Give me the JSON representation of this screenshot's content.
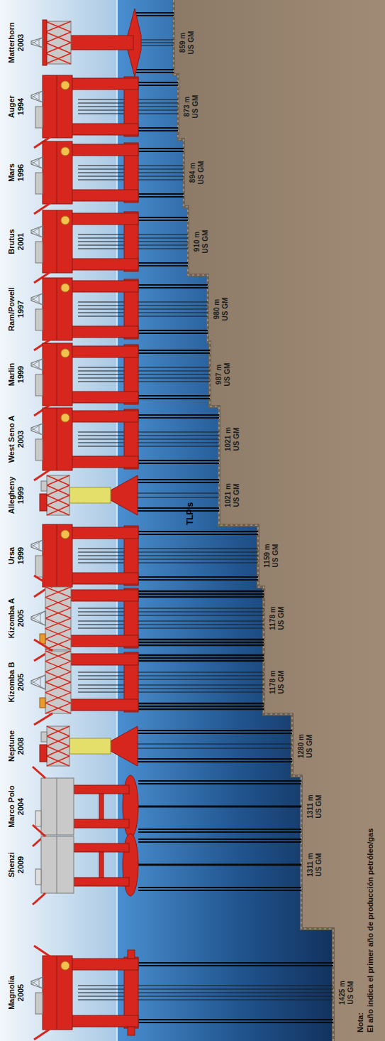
{
  "diagram": {
    "title": "TLP's",
    "labels": [
      "Matterhorn",
      "2003",
      "859 m",
      "US GM",
      "Auger",
      "1994",
      "873 m",
      "US GM",
      "Mars",
      "1996",
      "894 m",
      "US GM",
      "Brutus",
      "2001",
      "910 m",
      "US GM",
      "Ram/Powell",
      "1997",
      "980 m",
      "US GM",
      "Marlin",
      "1999",
      "987 m",
      "US GM",
      "West Seno A",
      "2003",
      "1021 m",
      "US GM",
      "Allegheny",
      "1999",
      "1021 m",
      "US GM",
      "Ursa",
      "1999",
      "1159 m",
      "US GM",
      "Kizomba A",
      "2005",
      "1178 m",
      "US GM",
      "Kizomba B",
      "2005",
      "1178 m",
      "US GM",
      "Neptune",
      "2008",
      "1280 m",
      "US GM",
      "Marco Polo",
      "2004",
      "1311 m",
      "US GM",
      "Shenzi",
      "2009",
      "1311 m",
      "US GM",
      "Magnolia",
      "2005",
      "1425 m",
      "US GM",
      "Nota:",
      "El año indica el primer año de producción petróleo/gas"
    ]
  }
}
